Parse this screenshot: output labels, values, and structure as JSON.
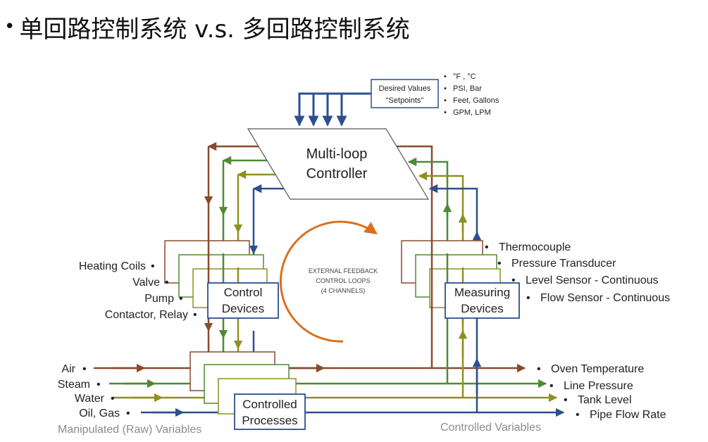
{
  "slide_title": "单回路控制系统 v.s. 多回路控制系统",
  "colors": {
    "brown": "#8a4a2a",
    "green": "#4f8a33",
    "olive": "#8f8f22",
    "blue": "#2d4f8f",
    "orange": "#d9701f",
    "gray_label": "#8c8c8c"
  },
  "setpoints": {
    "box_line1": "Desired Values",
    "box_line2": "\"Setpoints\"",
    "units": [
      "°F , °C",
      "PSI, Bar",
      "Feet, Gallons",
      "GPM, LPM"
    ]
  },
  "controller": {
    "line1": "Multi-loop",
    "line2": "Controller"
  },
  "center": {
    "line1": "EXTERNAL FEEDBACK",
    "line2": "CONTROL LOOPS",
    "line3": "(4 CHANNELS)"
  },
  "control_devices": {
    "line1": "Control",
    "line2": "Devices",
    "items": [
      "Heating Coils",
      "Valve",
      "Pump",
      "Contactor, Relay"
    ]
  },
  "measuring_devices": {
    "line1": "Measuring",
    "line2": "Devices",
    "items": [
      "Thermocouple",
      "Pressure Transducer",
      "Level Sensor - Continuous",
      "Flow Sensor  - Continuous"
    ]
  },
  "processes": {
    "line1": "Controlled",
    "line2": "Processes",
    "inputs": [
      "Air",
      "Steam",
      "Water",
      "Oil, Gas"
    ],
    "outputs": [
      "Oven Temperature",
      "Line Pressure",
      "Tank Level",
      "Pipe Flow Rate"
    ]
  },
  "footer": {
    "left": "Manipulated (Raw) Variables",
    "right": "Controlled Variables"
  }
}
